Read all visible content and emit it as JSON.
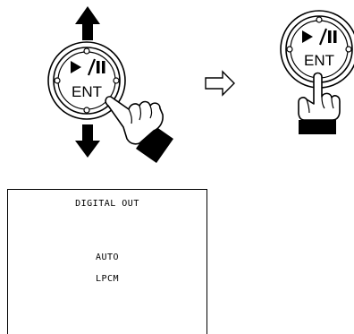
{
  "left_button": {
    "play_pause_symbol": "▶/II",
    "enter_label": "ENT"
  },
  "right_button": {
    "play_pause_symbol": "▶/II",
    "enter_label": "ENT"
  },
  "icons": [
    "up-arrow-icon",
    "down-arrow-icon",
    "pointing-hand-icon",
    "transition-arrow-icon",
    "pressing-hand-icon"
  ],
  "osd": {
    "title": "DIGITAL OUT",
    "options": [
      "AUTO",
      "LPCM"
    ]
  }
}
